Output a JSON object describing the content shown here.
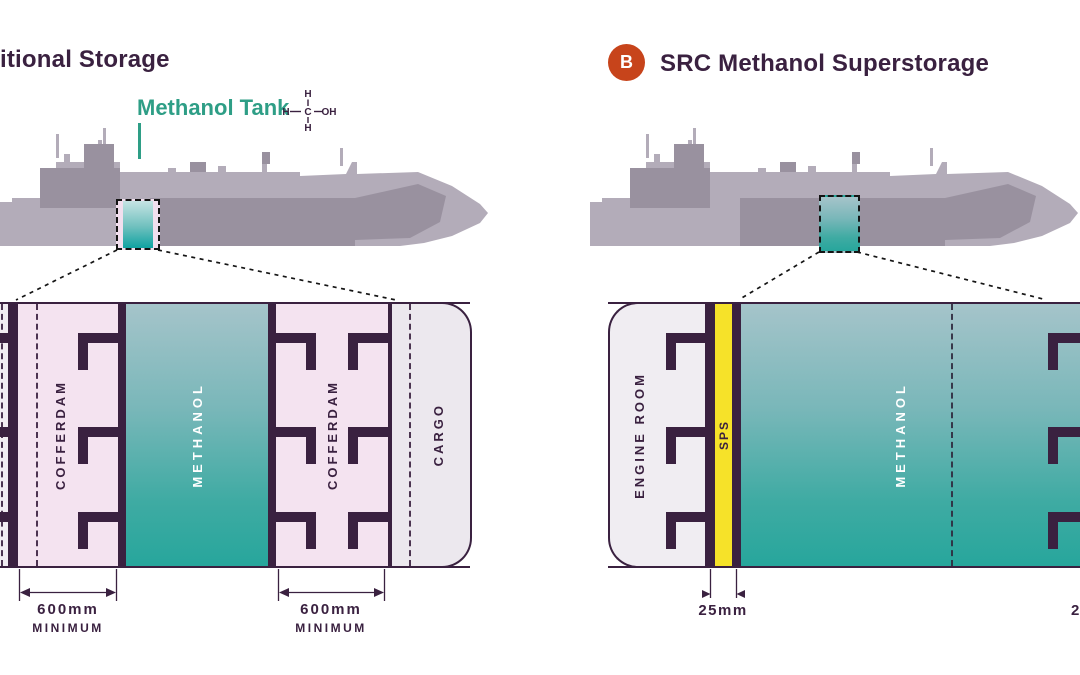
{
  "figure": {
    "left": {
      "title_visible": "itional Storage",
      "tank_callout": "Methanol Tank",
      "formula": {
        "h_top": "H",
        "h_left": "H",
        "c": "C",
        "oh": "OH",
        "h_bottom": "H"
      },
      "cross_section": {
        "cofferdam_1": "COFFERDAM",
        "methanol": "METHANOL",
        "cofferdam_2": "COFFERDAM",
        "cargo": "CARGO"
      },
      "dimension_1": {
        "value": "600mm",
        "qualifier": "MINIMUM"
      },
      "dimension_2": {
        "value": "600mm",
        "qualifier": "MINIMUM"
      }
    },
    "right": {
      "badge": "B",
      "title": "SRC Methanol Superstorage",
      "cross_section": {
        "engine_room": "ENGINE ROOM",
        "sps": "SPS",
        "methanol": "METHANOL"
      },
      "dimension_sps": {
        "value": "25mm"
      },
      "dimension_right_partial": {
        "value": "2"
      }
    },
    "colors": {
      "dark_purple": "#3A2140",
      "cofferdam_pink": "#F4E3F0",
      "light_panel": "#EFEBF1",
      "sps_yellow": "#F6E229",
      "teal_top": "#A5C4CA",
      "teal_bottom": "#27A69C",
      "ship_light": "#B3ACB9",
      "ship_dark": "#99919F",
      "badge_orange": "#C7441B",
      "callout_green": "#2E9E86"
    }
  }
}
